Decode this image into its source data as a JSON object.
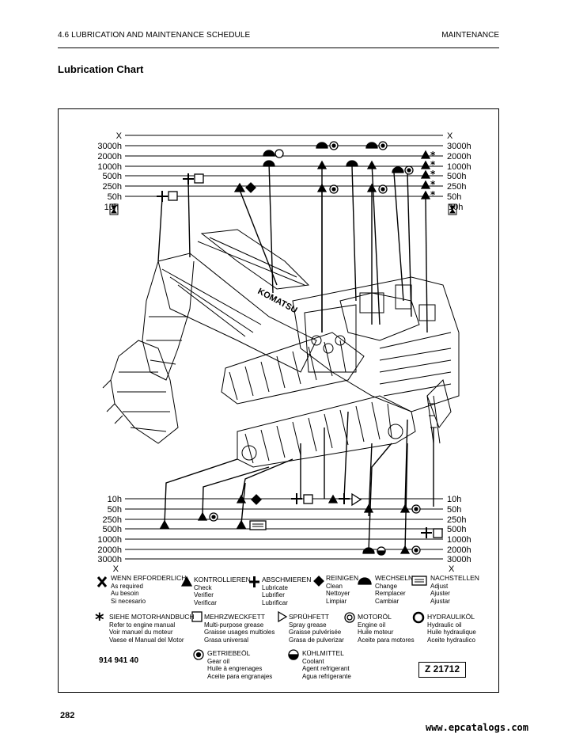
{
  "header": {
    "section": "4.6 LUBRICATION AND MAINTENANCE SCHEDULE",
    "chapter": "MAINTENANCE"
  },
  "title": "Lubrication Chart",
  "page_number": "282",
  "watermark": "www.epcatalogs.com",
  "intervals_top": [
    "X",
    "3000h",
    "2000h",
    "1000h",
    "500h",
    "250h",
    "50h",
    "10h"
  ],
  "intervals_bottom": [
    "10h",
    "50h",
    "250h",
    "500h",
    "1000h",
    "2000h",
    "3000h",
    "X"
  ],
  "legend": {
    "as_required": {
      "head": "WENN ERFORDERLICH",
      "l1": "As required",
      "l2": "Au besoin",
      "l3": "Si necesario"
    },
    "check": {
      "head": "KONTROLLIEREN",
      "l1": "Check",
      "l2": "Verifier",
      "l3": "Verificar"
    },
    "lubricate": {
      "head": "ABSCHMIEREN",
      "l1": "Lubricate",
      "l2": "Lubrifier",
      "l3": "Lubrificar"
    },
    "clean": {
      "head": "REINIGEN",
      "l1": "Clean",
      "l2": "Nettoyer",
      "l3": "Limpiar"
    },
    "change": {
      "head": "WECHSELN",
      "l1": "Change",
      "l2": "Remplacer",
      "l3": "Cambiar"
    },
    "adjust": {
      "head": "NACHSTELLEN",
      "l1": "Adjust",
      "l2": "Ajuster",
      "l3": "Ajustar"
    },
    "engine_manual": {
      "head": "SIEHE MOTORHANDBUCH",
      "l1": "Refer to engine manual",
      "l2": "Voir manuel du moteur",
      "l3": "Vaese el Manual del Motor"
    },
    "multi_grease": {
      "head": "MEHRZWECKFETT",
      "l1": "Multi-purpose grease",
      "l2": "Graisse usages multioles",
      "l3": "Grasa universal"
    },
    "spray_grease": {
      "head": "SPRÜHFETT",
      "l1": "Spray grease",
      "l2": "Graisse pulvérisée",
      "l3": "Grasa de pulverizar"
    },
    "engine_oil": {
      "head": "MOTORÖL",
      "l1": "Engine oil",
      "l2": "Huile moteur",
      "l3": "Aceite para motores"
    },
    "hydraulic_oil": {
      "head": "HYDRAULIKÖL",
      "l1": "Hydraulic oil",
      "l2": "Huile hydraulique",
      "l3": "Aceite hydraulico"
    },
    "gear_oil": {
      "head": "GETRIEBEÖL",
      "l1": "Gear oil",
      "l2": "Huile à engrenages",
      "l3": "Aceite para engranajes"
    },
    "coolant": {
      "head": "KÜHLMITTEL",
      "l1": "Coolant",
      "l2": "Agent refrigerant",
      "l3": "Agua refrigerante"
    }
  },
  "part_number": "914 941 40",
  "drawing_id": "Z 21712",
  "machine_marking": "KOMATSU"
}
